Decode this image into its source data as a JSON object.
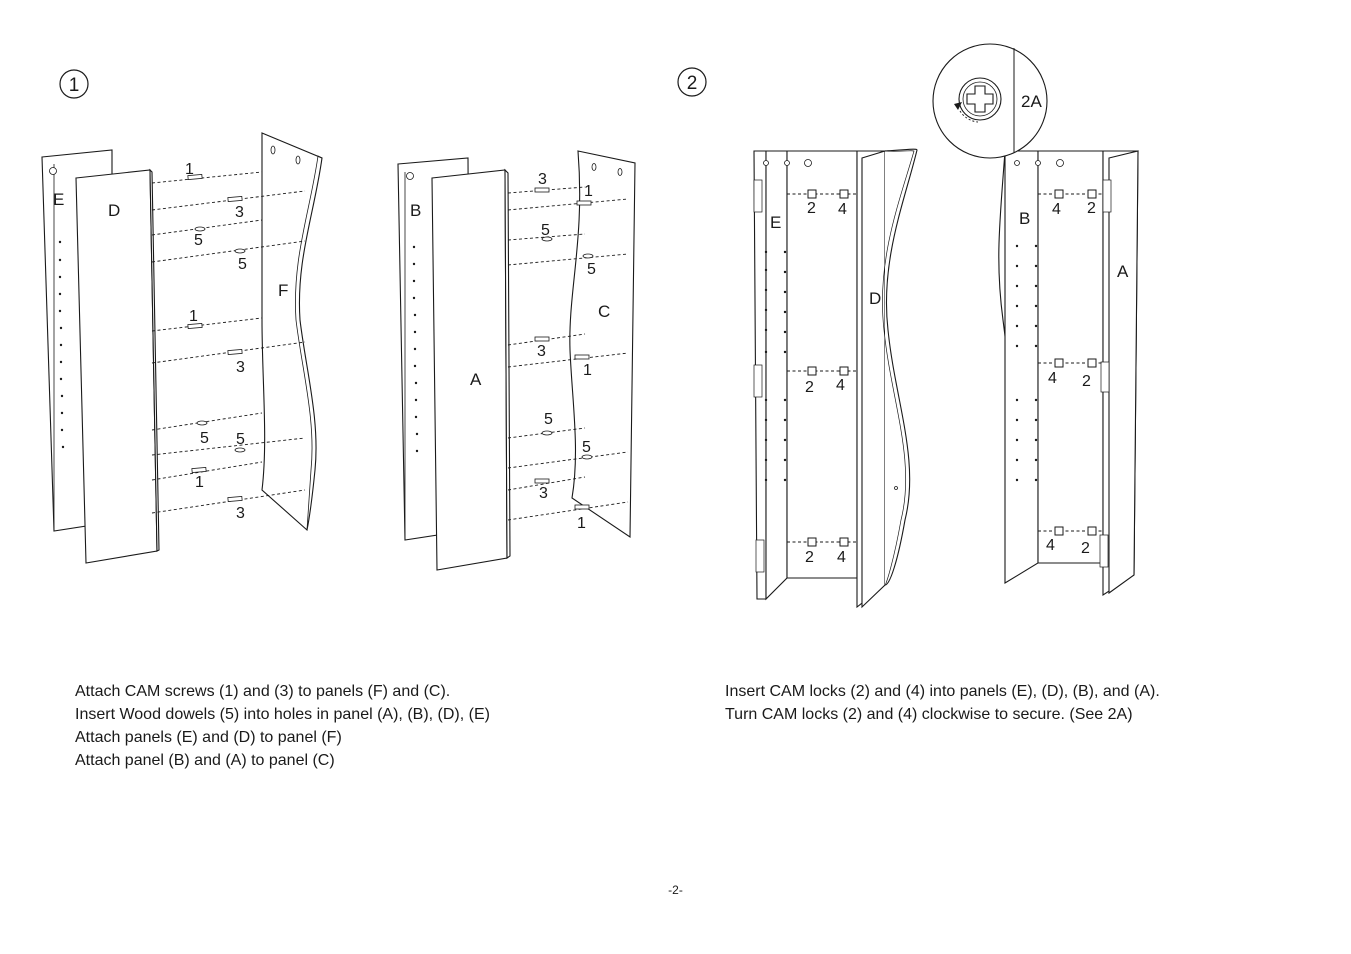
{
  "step1": {
    "number": "1",
    "panel_labels": {
      "E": "E",
      "D": "D",
      "F": "F",
      "B": "B",
      "A": "A",
      "C": "C"
    },
    "part_numbers": {
      "cam_screw": "1",
      "cam_screw_long": "3",
      "dowel": "5"
    },
    "instructions": [
      "Attach CAM screws (1) and (3) to panels (F) and (C).",
      "Insert Wood dowels (5) into holes in panel (A), (B), (D), (E)",
      "Attach panels (E) and (D) to panel (F)",
      "Attach panel (B) and (A) to panel (C)"
    ]
  },
  "step2": {
    "number": "2",
    "detail_label": "2A",
    "panel_labels": {
      "E": "E",
      "D": "D",
      "B": "B",
      "A": "A"
    },
    "part_numbers": {
      "cam_lock": "2",
      "cam_lock_b": "4"
    },
    "instructions": [
      "Insert CAM locks (2) and (4) into panels (E), (D), (B), and (A).",
      "Turn CAM locks (2) and (4) clockwise to secure. (See 2A)"
    ]
  },
  "page_number": "-2-"
}
